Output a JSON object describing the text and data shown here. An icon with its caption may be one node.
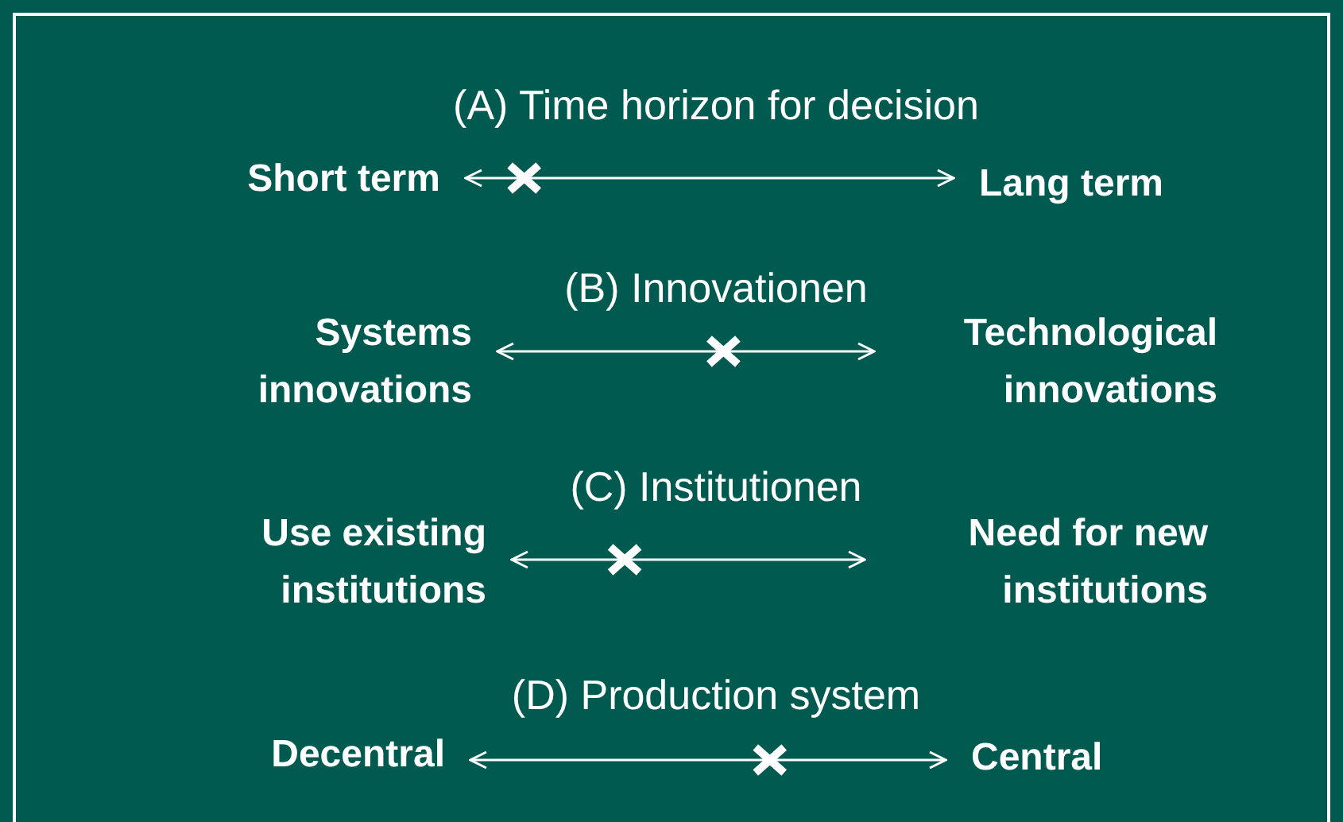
{
  "diagram": {
    "nodes": [
      {
        "text": [
          "Short term"
        ]
      },
      {
        "text": [
          "Lang term"
        ]
      },
      {
        "text": [
          "Systems innovations"
        ]
      },
      {
        "text": [
          "Technological innovations"
        ]
      },
      {
        "text": [
          "Use existing institutions"
        ]
      },
      {
        "text": [
          "Need for new institutions"
        ]
      },
      {
        "text": [
          "Decentral"
        ]
      },
      {
        "text": [
          "Central"
        ]
      }
    ],
    "edges": [
      {
        "from": 0,
        "to": 1,
        "arrow": "both"
      },
      {
        "from": 2,
        "to": 3,
        "arrow": "both"
      },
      {
        "from": 4,
        "to": 5,
        "arrow": "both"
      },
      {
        "from": 6,
        "to": 7,
        "arrow": "both"
      }
    ],
    "labels": [
      "(A) Time horizon for decision",
      "(B) Innovationen",
      "(C) Institutionen",
      "(D) Production system"
    ]
  }
}
